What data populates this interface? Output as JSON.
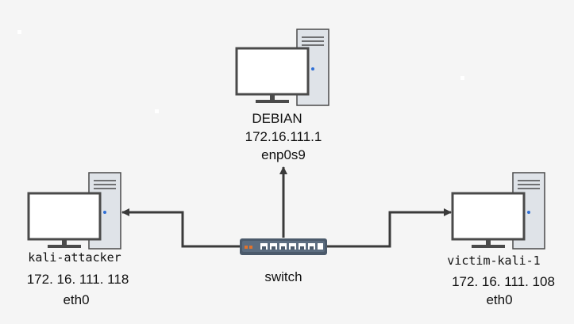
{
  "nodes": {
    "debian": {
      "name": "DEBIAN",
      "ip": "172.16.111.1",
      "iface": "enp0s9"
    },
    "attacker": {
      "name": "kali-attacker",
      "ip": "172. 16. 111. 118",
      "iface": "eth0"
    },
    "victim": {
      "name": "victim-kali-1",
      "ip": "172. 16. 111. 108",
      "iface": "eth0"
    }
  },
  "switch": {
    "label": "switch"
  },
  "colors": {
    "line": "#3a3a3a",
    "monitor_border": "#4a4a4a",
    "tower_fill": "#dfe3e8",
    "led": "#2f6fd6",
    "switch_body": "#4b5a6b",
    "switch_port_led": "#e2732b"
  }
}
